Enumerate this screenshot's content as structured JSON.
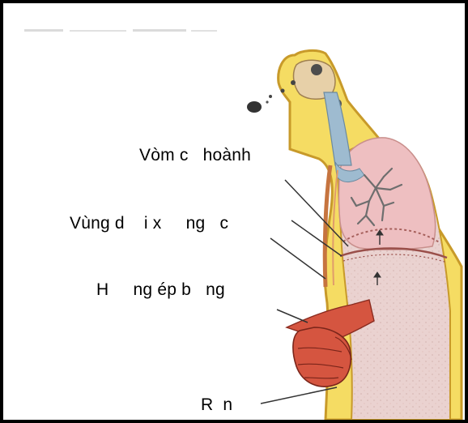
{
  "labels": {
    "diaphragm": "Vòm c   hoành",
    "subdiaphragm": "Vùng d    i x     ng   c",
    "abdominal_press": "H     ng ép b   ng",
    "navel": "R  n"
  },
  "colors": {
    "body_fill": "#f5dc63",
    "body_outline": "#c89a2a",
    "lung_fill": "#eebfc1",
    "abdomen_fill": "#ead2d0",
    "airway": "#9ebbd0",
    "hand": "#d55540",
    "frame": "#000000"
  }
}
